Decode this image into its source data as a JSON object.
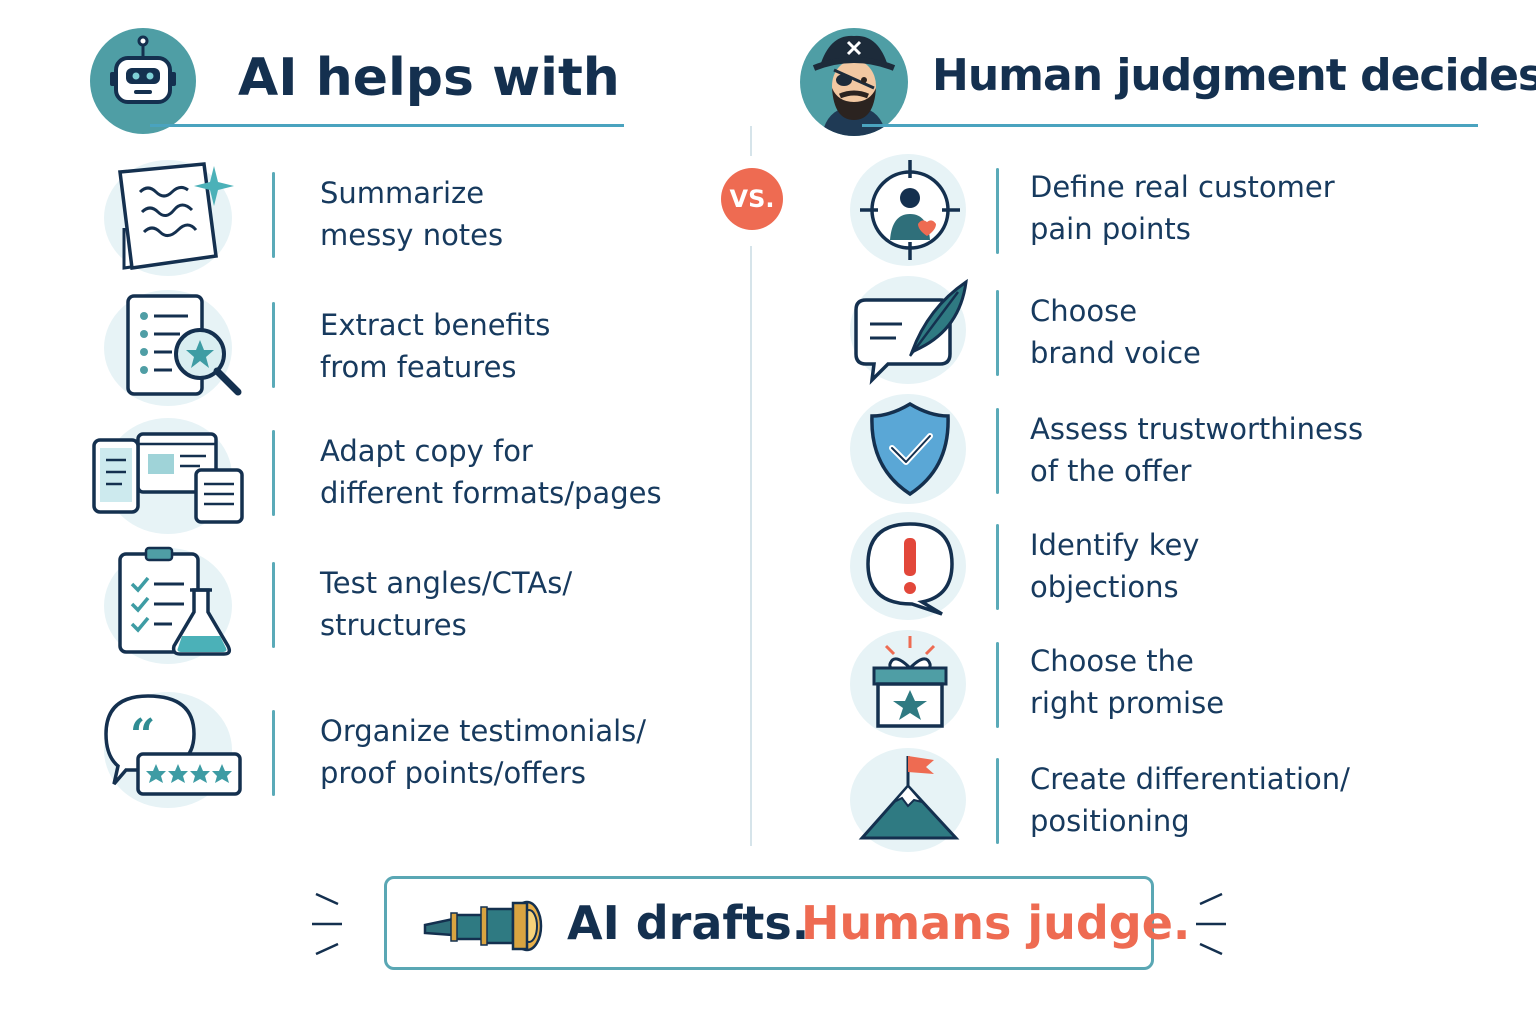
{
  "left": {
    "title": "AI helps with",
    "items": [
      {
        "line1": "Summarize",
        "line2": "messy notes",
        "icon": "notes-icon"
      },
      {
        "line1": "Extract benefits",
        "line2": "from features",
        "icon": "magnify-list-icon"
      },
      {
        "line1": "Adapt copy for",
        "line2": "different formats/pages",
        "icon": "devices-icon"
      },
      {
        "line1": "Test angles/CTAs/",
        "line2": "structures",
        "icon": "checklist-flask-icon"
      },
      {
        "line1": "Organize testimonials/",
        "line2": "proof points/offers",
        "icon": "quote-stars-icon"
      }
    ]
  },
  "divider": {
    "label": "VS."
  },
  "right": {
    "title": "Human judgment decides",
    "items": [
      {
        "line1": "Define real customer",
        "line2": "pain points",
        "icon": "target-person-icon"
      },
      {
        "line1": "Choose",
        "line2": "brand voice",
        "icon": "chat-quill-icon"
      },
      {
        "line1": "Assess trustworthiness",
        "line2": "of the offer",
        "icon": "shield-check-icon"
      },
      {
        "line1": "Identify key",
        "line2": "objections",
        "icon": "alert-bubble-icon"
      },
      {
        "line1": "Choose the",
        "line2": "right promise",
        "icon": "gift-star-icon"
      },
      {
        "line1": "Create differentiation/",
        "line2": "positioning",
        "icon": "mountain-flag-icon"
      }
    ]
  },
  "banner": {
    "part1": "AI drafts.",
    "part2": "Humans judge."
  },
  "colors": {
    "navy": "#14304f",
    "teal": "#4f9ea5",
    "accent": "#ee6b52",
    "line": "#4aa3bf"
  }
}
